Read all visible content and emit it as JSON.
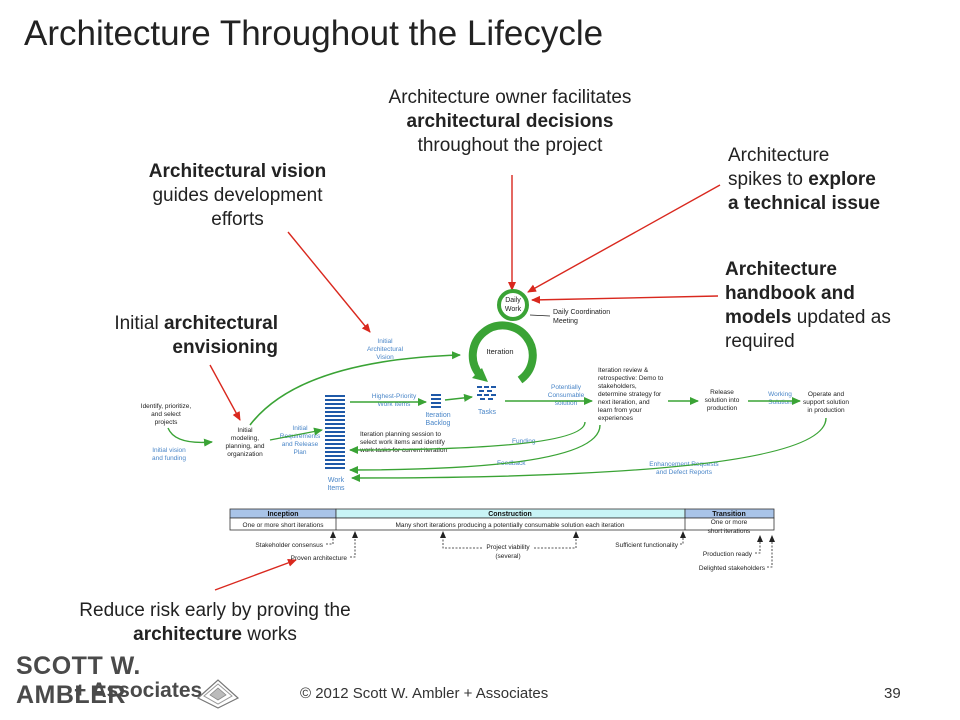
{
  "title": "Architecture Throughout the Lifecycle",
  "callouts": {
    "owner": {
      "l1": "Architecture owner facilitates",
      "l2b": "architectural decisions",
      "l3": "throughout the project"
    },
    "vision": {
      "l1b": "Architectural vision",
      "l2": "guides development",
      "l3": "efforts"
    },
    "spikes": {
      "l1": "Architecture",
      "l2a": "spikes to ",
      "l2b": "explore",
      "l3b": "a technical issue"
    },
    "handbook": {
      "l1b": "Architecture",
      "l2b": "handbook and",
      "l3b": "models",
      "l3": " updated as",
      "l4": "required"
    },
    "envisioning": {
      "l1a": "Initial ",
      "l1b": "architectural",
      "l2b": "envisioning"
    },
    "reduce": {
      "l1": "Reduce risk early by proving the",
      "l2b": "architecture",
      "l2": " works"
    }
  },
  "diagram": {
    "daily_work": [
      "Daily",
      "Work"
    ],
    "daily_meeting": [
      "Daily Coordination",
      "Meeting"
    ],
    "iteration": "Iteration",
    "tasks": "Tasks",
    "iteration_backlog": [
      "Iteration",
      "Backlog"
    ],
    "highest_priority": [
      "Highest-Priority",
      "Work Items"
    ],
    "work_items": [
      "Work",
      "Items"
    ],
    "initial_vision": [
      "Initial",
      "Architectural",
      "Vision"
    ],
    "identify": [
      "Identify, prioritize,",
      "and select",
      "projects"
    ],
    "initial_modeling": [
      "Initial",
      "modeling,",
      "planning, and",
      "organization"
    ],
    "initial_vision_funding": [
      "Initial vision",
      "and funding"
    ],
    "initial_requirements": [
      "Initial",
      "Requirements",
      "and Release",
      "Plan"
    ],
    "potentially": [
      "Potentially",
      "Consumable",
      "solution"
    ],
    "review": [
      "Iteration review &",
      "retrospective: Demo to",
      "stakeholders,",
      "determine strategy for",
      "next iteration, and",
      "learn from your",
      "experiences"
    ],
    "release": [
      "Release",
      "solution into",
      "production"
    ],
    "working_solution": [
      "Working",
      "Solution"
    ],
    "operate": [
      "Operate and",
      "support solution",
      "in production"
    ],
    "planning_session": [
      "Iteration planning session to",
      "select work items and identify",
      "work tasks for current iteration"
    ],
    "funding": "Funding",
    "feedback": "Feedback",
    "enhancement": [
      "Enhancement Requests",
      "and Defect Reports"
    ],
    "phases": {
      "inception": "Inception",
      "construction": "Construction",
      "transition": "Transition"
    },
    "phase_notes": {
      "inception": "One or more short iterations",
      "construction": "Many short iterations producing a potentially consumable solution each iteration",
      "transition": [
        "One or more",
        "short iterations"
      ]
    },
    "milestones": {
      "stakeholder_consensus": "Stakeholder consensus",
      "proven_architecture": "Proven architecture",
      "project_viability": [
        "Project viability",
        "(several)"
      ],
      "sufficient_functionality": "Sufficient functionality",
      "production_ready": "Production ready",
      "delighted": "Delighted stakeholders"
    }
  },
  "logo": {
    "line1": "SCOTT W. AMBLER",
    "line2": "+ Associates"
  },
  "footer": "© 2012 Scott W. Ambler + Associates",
  "page_number": "39",
  "colors": {
    "red_arrow": "#d9281e",
    "green": "#3aa335",
    "blue_text": "#4a86c8",
    "inception": "#a9c4e8",
    "construction": "#c9f4f6",
    "transition": "#a9c4e8"
  }
}
